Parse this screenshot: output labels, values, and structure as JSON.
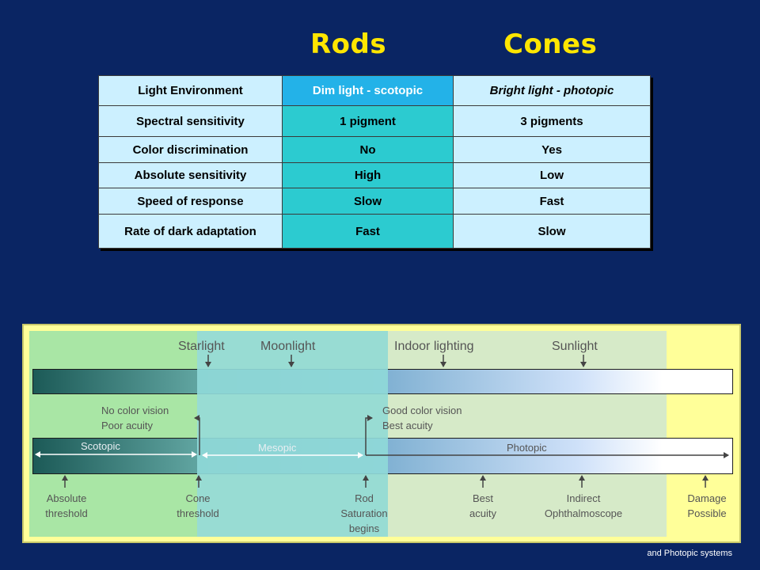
{
  "headings": {
    "rods": "Rods",
    "cones": "Cones"
  },
  "table": {
    "rows": [
      [
        "Light Environment",
        "Dim light - scotopic",
        "Bright light - photopic"
      ],
      [
        "Spectral sensitivity",
        "1 pigment",
        "3 pigments"
      ],
      [
        "Color discrimination",
        "No",
        "Yes"
      ],
      [
        "Absolute sensitivity",
        "High",
        "Low"
      ],
      [
        "Speed of response",
        "Slow",
        "Fast"
      ],
      [
        "Rate of dark adaptation",
        "Fast",
        "Slow"
      ]
    ]
  },
  "light_levels": {
    "starlight": "Starlight",
    "moonlight": "Moonlight",
    "indoor": "Indoor lighting",
    "sunlight": "Sunlight"
  },
  "vision_notes": {
    "rod_line1": "No color vision",
    "rod_line2": "Poor acuity",
    "cone_line1": "Good color vision",
    "cone_line2": "Best acuity"
  },
  "ranges": {
    "scotopic": "Scotopic",
    "mesopic": "Mesopic",
    "photopic": "Photopic"
  },
  "markers": {
    "absolute_threshold": [
      "Absolute",
      "threshold"
    ],
    "cone_threshold": [
      "Cone",
      "threshold"
    ],
    "rod_saturation": [
      "Rod",
      "Saturation",
      "begins"
    ],
    "best_acuity": [
      "Best",
      "acuity"
    ],
    "indirect_ophthalmoscope": [
      "Indirect",
      "Ophthalmoscope"
    ],
    "damage_possible": [
      "Damage",
      "Possible"
    ]
  },
  "footer": "and Photopic systems",
  "colors": {
    "background": "#0a2563",
    "heading": "#ffe600",
    "panel": "#ffff99",
    "scotopic_shade": "#a9e6a5",
    "mesopic_shade": "#8fd9d8",
    "photopic_shade": "#d6eac8"
  }
}
